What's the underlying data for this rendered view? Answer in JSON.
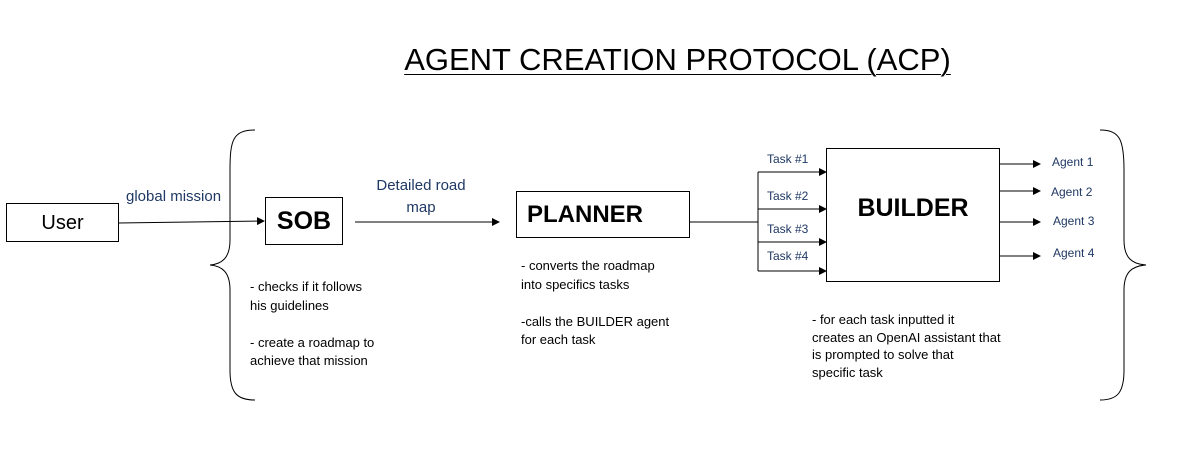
{
  "title": "AGENT CREATION PROTOCOL (ACP)",
  "nodes": {
    "user": "User",
    "sob": "SOB",
    "planner": "PLANNER",
    "builder": "BUILDER"
  },
  "edges": {
    "user_to_sob": "global mission",
    "sob_to_planner_line1": "Detailed road",
    "sob_to_planner_line2": "map"
  },
  "tasks": [
    "Task #1",
    "Task #2",
    "Task #3",
    "Task #4"
  ],
  "agents": [
    "Agent 1",
    "Agent 2",
    "Agent 3",
    "Agent 4"
  ],
  "notes": {
    "sob": [
      "- checks if it follows",
      "his guidelines",
      "",
      "- create a roadmap to",
      "achieve that mission"
    ],
    "planner": [
      "- converts the roadmap",
      "into specifics tasks",
      "",
      "-calls the BUILDER agent",
      "for each task"
    ],
    "builder": [
      "- for each task inputted it",
      "creates an OpenAI assistant that",
      "is prompted to solve that",
      "specific task"
    ]
  }
}
